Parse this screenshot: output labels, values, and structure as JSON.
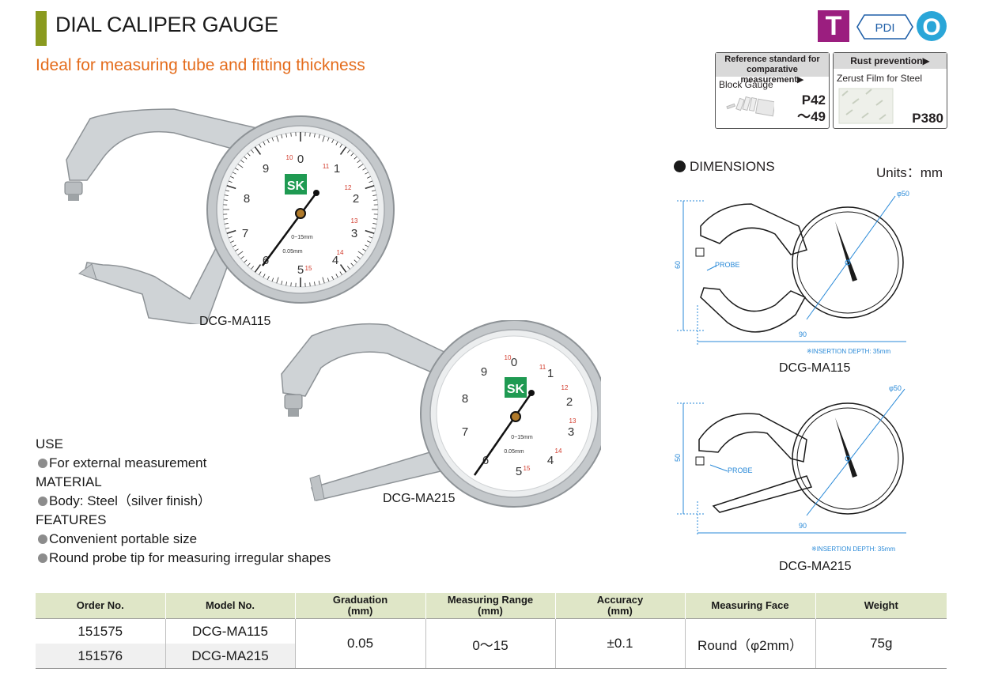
{
  "header": {
    "title": "DIAL CALIPER GAUGE",
    "subtitle": "Ideal for measuring tube and fitting thickness",
    "badge_t": "T",
    "badge_pdi": "PDI",
    "badge_o": "O",
    "accent_color": "#8a9a1f",
    "subtitle_color": "#e46c1c",
    "badge_t_color": "#9b1e7f",
    "badge_o_color": "#2aa6d8"
  },
  "reference": {
    "box1": {
      "heading_line1": "Reference standard for",
      "heading_line2": "comparative measurement▶",
      "item": "Block Gauge",
      "page_line1": "P42",
      "page_line2": "～49"
    },
    "box2": {
      "heading": "Rust prevention▶",
      "item": "Zerust Film for Steel",
      "page": "P380"
    }
  },
  "dimensions": {
    "heading": "DIMENSIONS",
    "units": "Units：mm",
    "drawing1": {
      "model": "DCG-MA115",
      "dia": "φ50",
      "height": "60",
      "width": "90",
      "probe": "PROBE",
      "note": "※INSERTION DEPTH: 35mm"
    },
    "drawing2": {
      "model": "DCG-MA215",
      "dia": "φ50",
      "height": "50",
      "width": "90",
      "probe": "PROBE",
      "note": "※INSERTION DEPTH: 35mm"
    }
  },
  "photos": {
    "model1_label": "DCG-MA115",
    "model2_label": "DCG-MA215",
    "dial_numbers": [
      "0",
      "1",
      "2",
      "3",
      "4",
      "5",
      "6",
      "7",
      "8",
      "9"
    ],
    "dial_red_numbers": [
      "10",
      "11",
      "12",
      "13",
      "14",
      "15"
    ],
    "dial_range": "0~15mm",
    "dial_grad": "0.05mm",
    "logo": "SK"
  },
  "spec": {
    "use_heading": "USE",
    "use_items": [
      "For external measurement"
    ],
    "material_heading": "MATERIAL",
    "material_items": [
      "Body: Steel（silver finish）"
    ],
    "features_heading": "FEATURES",
    "features_items": [
      "Convenient portable size",
      "Round probe tip for measuring irregular shapes"
    ]
  },
  "table": {
    "headers": [
      [
        "Order No."
      ],
      [
        "Model No."
      ],
      [
        "Graduation",
        "(mm)"
      ],
      [
        "Measuring Range",
        "(mm)"
      ],
      [
        "Accuracy",
        "(mm)"
      ],
      [
        "Measuring Face"
      ],
      [
        "Weight"
      ]
    ],
    "rows": [
      {
        "order": "151575",
        "model": "DCG-MA115"
      },
      {
        "order": "151576",
        "model": "DCG-MA215"
      }
    ],
    "shared": {
      "graduation": "0.05",
      "range": "0～15",
      "accuracy": "±0.1",
      "face": "Round（φ2mm）",
      "weight": "75g"
    }
  }
}
